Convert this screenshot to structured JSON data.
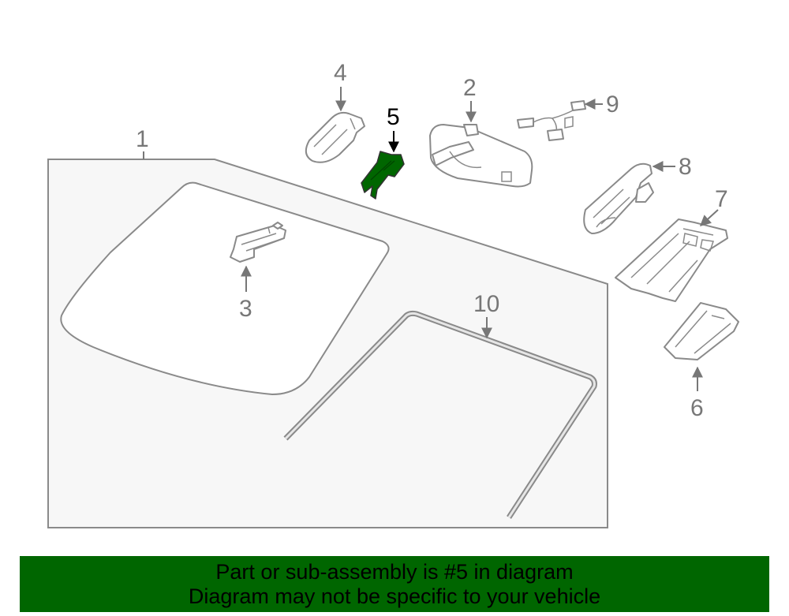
{
  "diagram": {
    "callouts": {
      "c1": "1",
      "c2": "2",
      "c3": "3",
      "c4": "4",
      "c5": "5",
      "c6": "6",
      "c7": "7",
      "c8": "8",
      "c9": "9",
      "c10": "10"
    },
    "highlighted_part": "5",
    "highlight_color": "#006600",
    "part_color": "#8a8a8a",
    "panel_color": "#f7f7f7"
  },
  "banner": {
    "line1": "Part or sub-assembly is #5 in diagram",
    "line2": "Diagram may not be specific to your vehicle",
    "background": "#006600"
  }
}
